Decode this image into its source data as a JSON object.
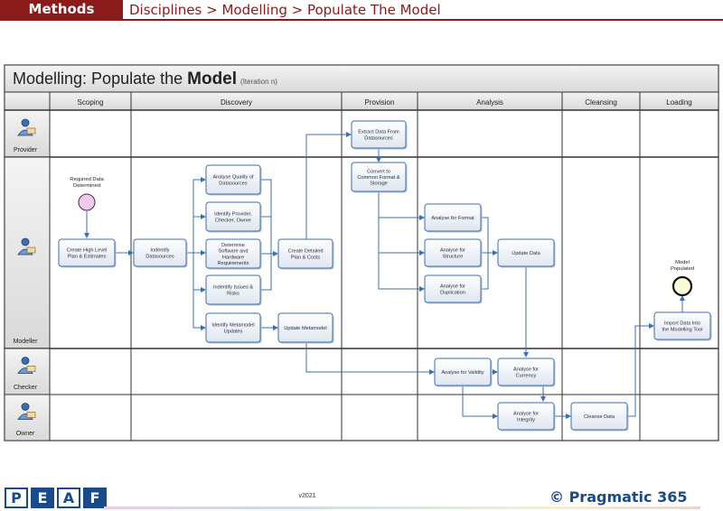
{
  "header": {
    "section": "Methods",
    "breadcrumb": "Disciplines > Modelling > Populate The Model"
  },
  "diagram": {
    "title_prefix": "Modelling: Populate the ",
    "title_bold": "Model",
    "title_suffix": "(Iteration n)",
    "phases": [
      "Scoping",
      "Discovery",
      "Provision",
      "Analysis",
      "Cleansing",
      "Loading"
    ],
    "lanes": [
      "Provider",
      "Modeller",
      "Checker",
      "Owner"
    ],
    "events": {
      "start": "Required Data Determined",
      "end": "Model Populated"
    },
    "tasks": {
      "create_plan": [
        "Create High Level",
        "Plan & Estimates"
      ],
      "identify_ds": [
        "Indentify",
        "Datasources"
      ],
      "analyse_quality": [
        "Analyse Quality of",
        "Datasources"
      ],
      "identify_provider": [
        "Identify Provider,",
        "Checker, Owner"
      ],
      "determine_sw": [
        "Determine",
        "Software and",
        "Hardware",
        "Requirements"
      ],
      "identify_issues": [
        "Indentify Issues &",
        "Risks"
      ],
      "identify_metamodel": [
        "Identify Metamodel",
        "Updates"
      ],
      "update_metamodel": [
        "Update Metamodel"
      ],
      "create_detailed": [
        "Create Detailed",
        "Plan & Costs"
      ],
      "extract": [
        "Extract Data From",
        "Datasources"
      ],
      "convert": [
        "Convert to",
        "Common Format &",
        "Storage"
      ],
      "analyse_format": [
        "Analyse for Format"
      ],
      "analyse_structure": [
        "Analyse for",
        "Structure"
      ],
      "analyse_duplication": [
        "Analyse for",
        "Duplication"
      ],
      "update_data": [
        "Update Data"
      ],
      "analyse_validity": [
        "Analyse for Validity"
      ],
      "analyse_currency": [
        "Analyse for",
        "Currency"
      ],
      "analyse_integrity": [
        "Analyse for",
        "Integrity"
      ],
      "cleanse": [
        "Cleanse Data"
      ],
      "import": [
        "Import Data Into",
        "the Modelling Tool"
      ]
    }
  },
  "footer": {
    "logo_letters": [
      "P",
      "E",
      "A",
      "F"
    ],
    "version": "v2021",
    "brand": "© Pragmatic 365"
  }
}
